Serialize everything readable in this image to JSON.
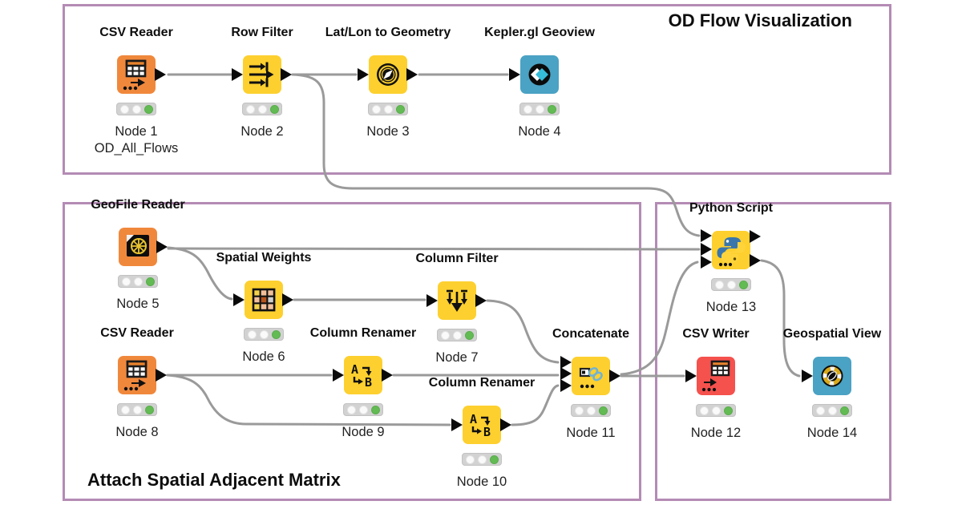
{
  "annotations": [
    {
      "title": "OD Flow Visualization"
    },
    {
      "title": "Attach Spatial Adjacent Matrix"
    },
    {
      "title": ""
    }
  ],
  "nodes": [
    {
      "label": "CSV Reader",
      "caption": "Node 1",
      "subcaption": "OD_All_Flows",
      "status": "green"
    },
    {
      "label": "Row Filter",
      "caption": "Node 2",
      "status": "green"
    },
    {
      "label": "Lat/Lon to Geometry",
      "caption": "Node 3",
      "status": "green"
    },
    {
      "label": "Kepler.gl Geoview",
      "caption": "Node 4",
      "status": "green"
    },
    {
      "label": "GeoFile Reader",
      "caption": "Node 5",
      "status": "green"
    },
    {
      "label": "Spatial Weights",
      "caption": "Node 6",
      "status": "green"
    },
    {
      "label": "Column Filter",
      "caption": "Node 7",
      "status": "green"
    },
    {
      "label": "CSV Reader",
      "caption": "Node 8",
      "status": "green"
    },
    {
      "label": "Column Renamer",
      "caption": "Node 9",
      "status": "green"
    },
    {
      "label": "Column Renamer",
      "caption": "Node 10",
      "status": "green"
    },
    {
      "label": "Concatenate",
      "caption": "Node 11",
      "status": "green"
    },
    {
      "label": "CSV Writer",
      "caption": "Node 12",
      "status": "green"
    },
    {
      "label": "Python Script",
      "caption": "Node 13",
      "status": "green"
    },
    {
      "label": "Geospatial View",
      "caption": "Node 14",
      "status": "green"
    }
  ],
  "connections": [
    [
      "Node 1",
      "Node 2"
    ],
    [
      "Node 2",
      "Node 3"
    ],
    [
      "Node 3",
      "Node 4"
    ],
    [
      "Node 2",
      "Node 13"
    ],
    [
      "Node 5",
      "Node 6"
    ],
    [
      "Node 5",
      "Node 13"
    ],
    [
      "Node 6",
      "Node 7"
    ],
    [
      "Node 7",
      "Node 11"
    ],
    [
      "Node 8",
      "Node 9"
    ],
    [
      "Node 8",
      "Node 10"
    ],
    [
      "Node 9",
      "Node 11"
    ],
    [
      "Node 10",
      "Node 11"
    ],
    [
      "Node 11",
      "Node 12"
    ],
    [
      "Node 11",
      "Node 13"
    ],
    [
      "Node 13",
      "Node 14"
    ]
  ],
  "colors": {
    "reader_orange": "#f0883c",
    "node_yellow": "#fdd02f",
    "view_teal": "#4aa2c4",
    "writer_red": "#f5514d",
    "annotation_border": "#b48bb4",
    "cable": "#9a9a9a",
    "status_green": "#63bb54"
  }
}
